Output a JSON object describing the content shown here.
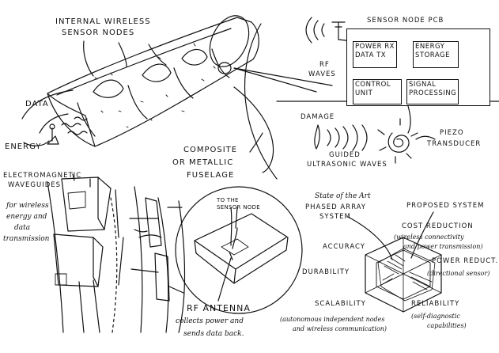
{
  "aircraft": {
    "internal_sensors_label": [
      "INTERNAL WIRELESS",
      "SENSOR NODES"
    ],
    "data_label": "DATA",
    "energy_label": "ENERGY",
    "fuselage_label": [
      "COMPOSITE",
      "OR METALLIC",
      "FUSELAGE"
    ]
  },
  "pcb": {
    "title": "SENSOR NODE PCB",
    "rf_waves": [
      "RF",
      "WAVES"
    ],
    "power_rx": [
      "POWER RX",
      "DATA TX"
    ],
    "energy_storage": [
      "ENERGY",
      "STORAGE"
    ],
    "control_unit": [
      "CONTROL",
      "UNIT"
    ],
    "signal_processing": [
      "SIGNAL",
      "PROCESSING"
    ],
    "damage": "DAMAGE",
    "guided_waves": [
      "GUIDED",
      "ULTRASONIC WAVES"
    ],
    "piezo": [
      "PIEZO",
      "TRANSDUCER"
    ]
  },
  "waveguides": {
    "title": [
      "ELECTROMAGNETIC",
      "WAVEGUIDES"
    ],
    "purpose": [
      "for wireless",
      "energy and",
      "data",
      "transmission"
    ],
    "to_sensor": [
      "TO THE",
      "SENSOR NODE"
    ],
    "antenna_title": "RF ANTENNA",
    "antenna_desc": [
      "collects power and",
      "sends data back."
    ]
  },
  "comparison": {
    "state_of_art": [
      "State of the Art",
      "PHASED ARRAY",
      "SYSTEM"
    ],
    "proposed": "PROPOSED SYSTEM",
    "cost": "COST REDUCTION",
    "cost_desc": [
      "(wireless connectivity",
      "and power transmission)"
    ],
    "accuracy": "ACCURACY",
    "power": "POWER REDUCT.",
    "power_desc": "(directional sensor)",
    "durability": "DURABILITY",
    "scalability": "SCALABILITY",
    "scalability_desc": [
      "(autonomous independent nodes",
      "and wireless communication)"
    ],
    "reliability": "RELIABILITY",
    "reliability_desc": [
      "(self-diagnostic",
      "capabilities)"
    ]
  }
}
